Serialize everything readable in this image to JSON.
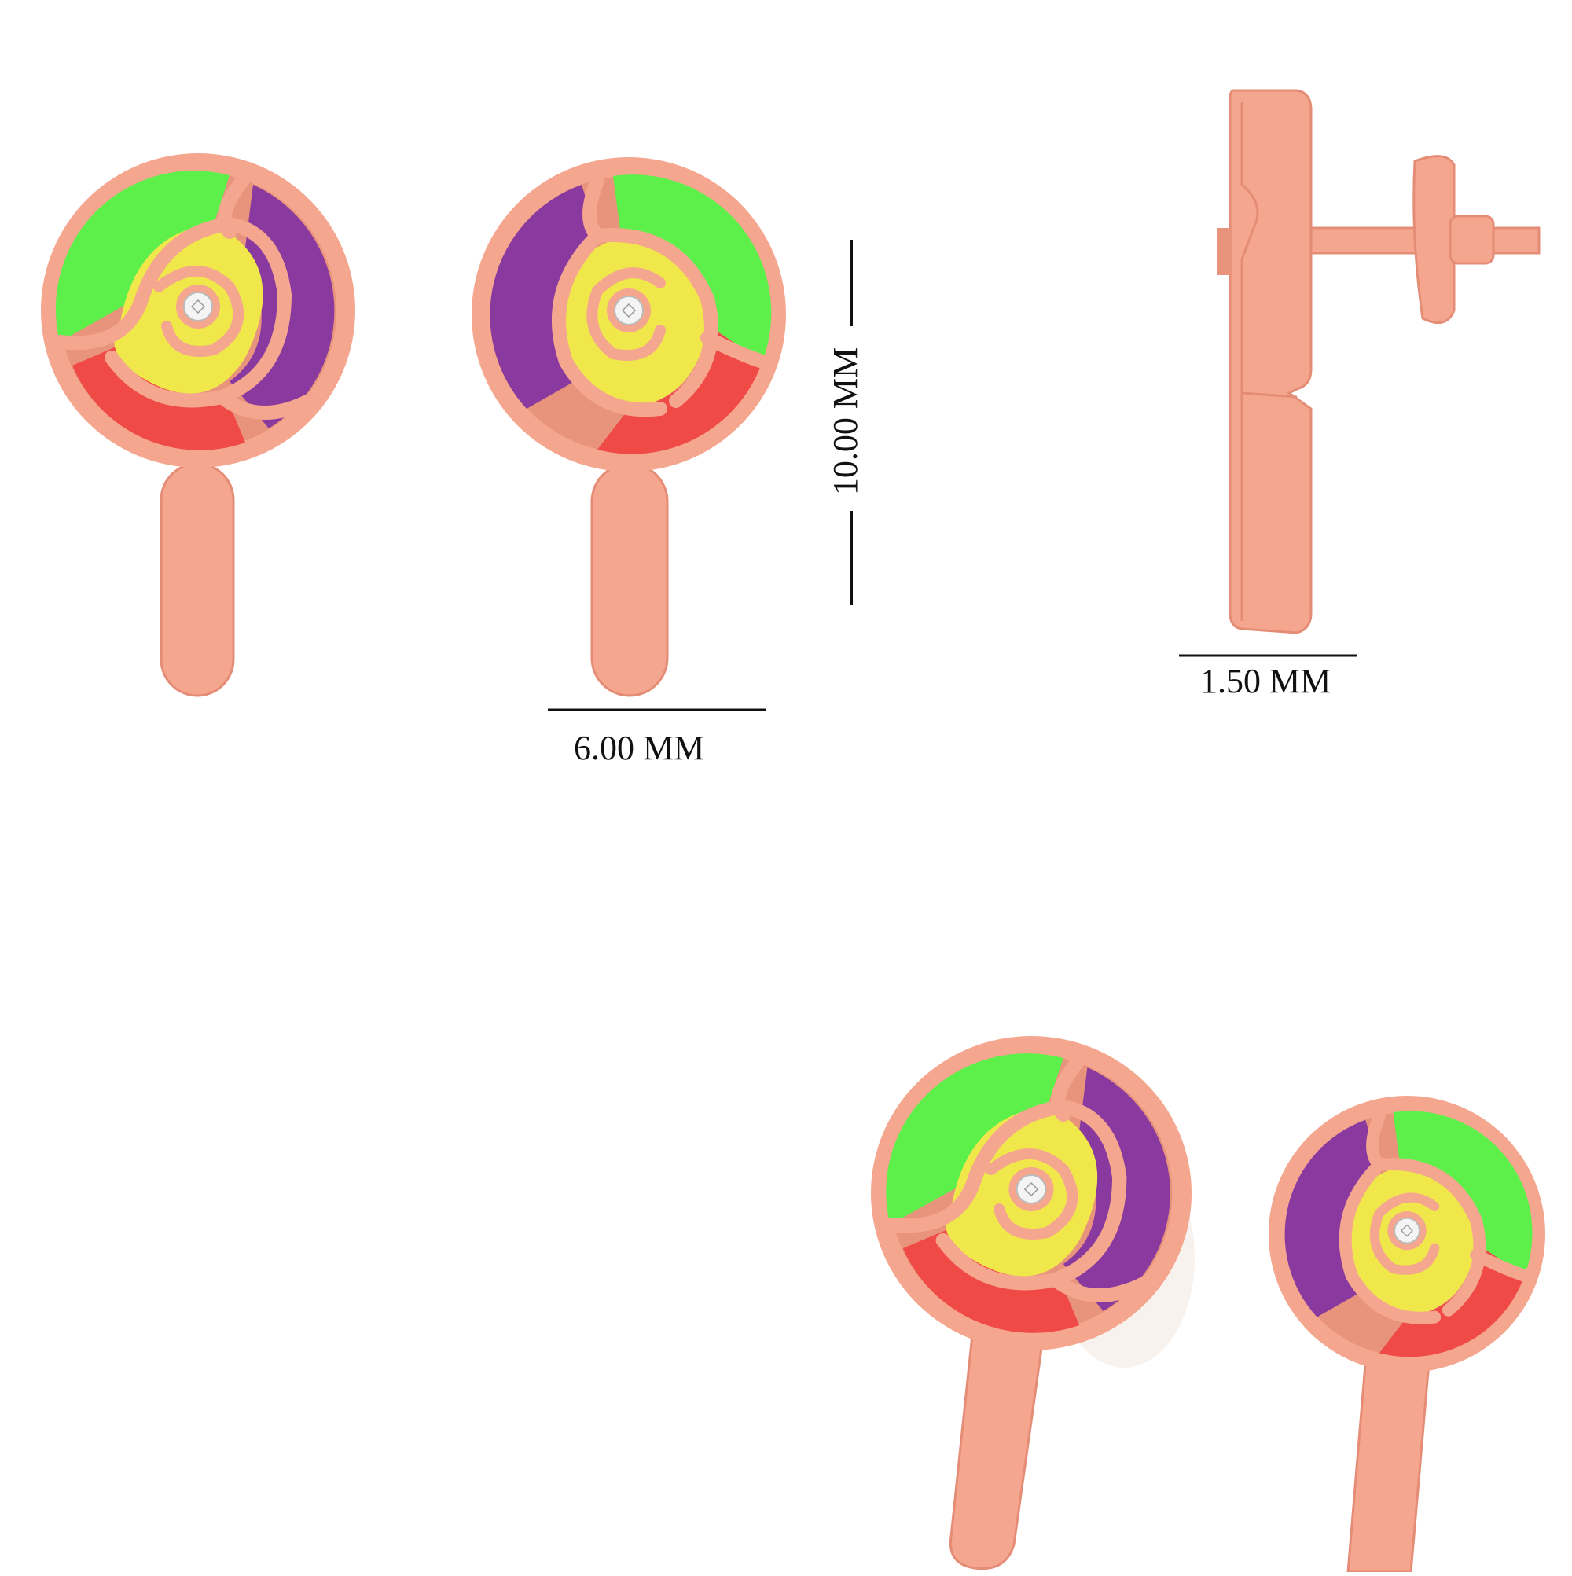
{
  "dimensions": {
    "height_label": "10.00 MM",
    "width_label": "6.00 MM",
    "depth_label": "1.50 MM"
  },
  "views": [
    {
      "name": "front-view-left",
      "description_icon": "lollipop-earring-icon"
    },
    {
      "name": "front-view-right",
      "description_icon": "lollipop-earring-icon"
    },
    {
      "name": "side-view",
      "description_icon": "earring-side-profile-icon"
    },
    {
      "name": "perspective-pair",
      "description_icon": "earring-pair-icon"
    }
  ],
  "colors": {
    "metal": "#F4A68F",
    "metal_dark": "#E58C76",
    "green": "#5EF04A",
    "purple": "#8A3A9E",
    "yellow": "#F0E84A",
    "red": "#F04A46",
    "diamond": "#F4F4F4",
    "line": "#111111"
  }
}
